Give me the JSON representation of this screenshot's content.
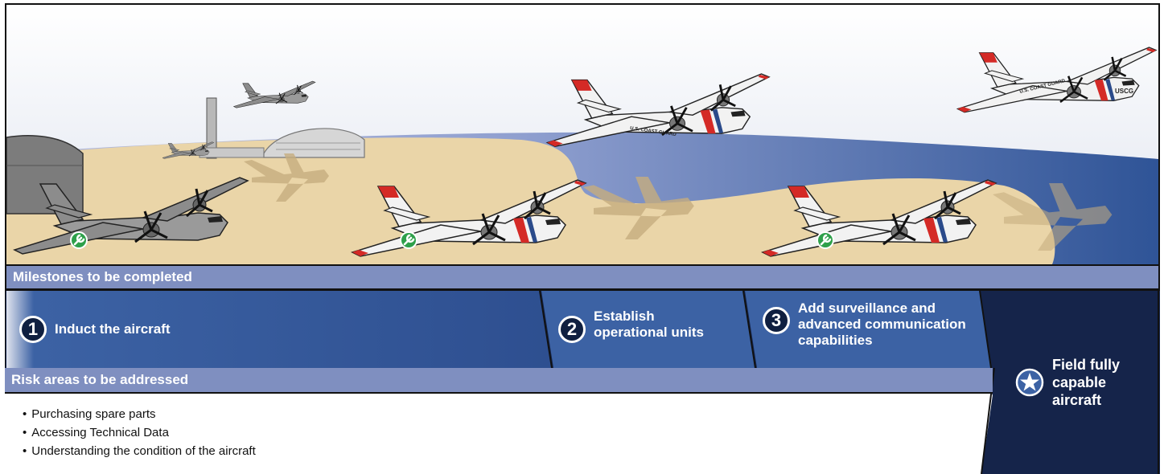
{
  "milestones_header": "Milestones to be completed",
  "milestones": [
    {
      "number": "1",
      "label": "Induct the aircraft"
    },
    {
      "number": "2",
      "label_lines": [
        "Establish",
        "operational units"
      ]
    },
    {
      "number": "3",
      "label_lines": [
        "Add surveillance and",
        "advanced communication",
        "capabilities"
      ]
    }
  ],
  "final_goal": {
    "label_lines": [
      "Field fully",
      "capable",
      "aircraft"
    ],
    "icon": "star-icon"
  },
  "risk_header": "Risk areas to be addressed",
  "risks": [
    "Purchasing spare parts",
    "Accessing Technical Data",
    "Understanding the condition of the aircraft"
  ],
  "aircraft_text": [
    "U.S. COAST GUARD",
    "U.S. COAST GUARD",
    "USCG"
  ],
  "colors": {
    "band_dark": "#2a4a8a",
    "band_light": "#3e64a6",
    "header_bar": "#7f8fc0",
    "final_bg": "#15244a",
    "sand": "#ead5a8",
    "water": "#3b5fa0",
    "coast_guard_red": "#d42a26",
    "wrench_green": "#2ea04a"
  }
}
